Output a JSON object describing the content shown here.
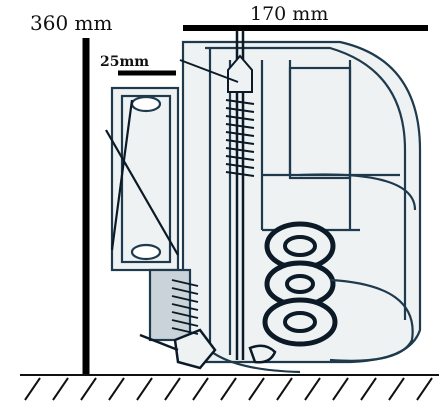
{
  "dimensions": {
    "height_label": "360 mm",
    "width_label": "170 mm",
    "detail_label": "25mm"
  },
  "colors": {
    "ink": "#0b1a26",
    "line": "#1e3a4c",
    "fill": "#eef2f3",
    "shade": "#c9d3d8"
  }
}
